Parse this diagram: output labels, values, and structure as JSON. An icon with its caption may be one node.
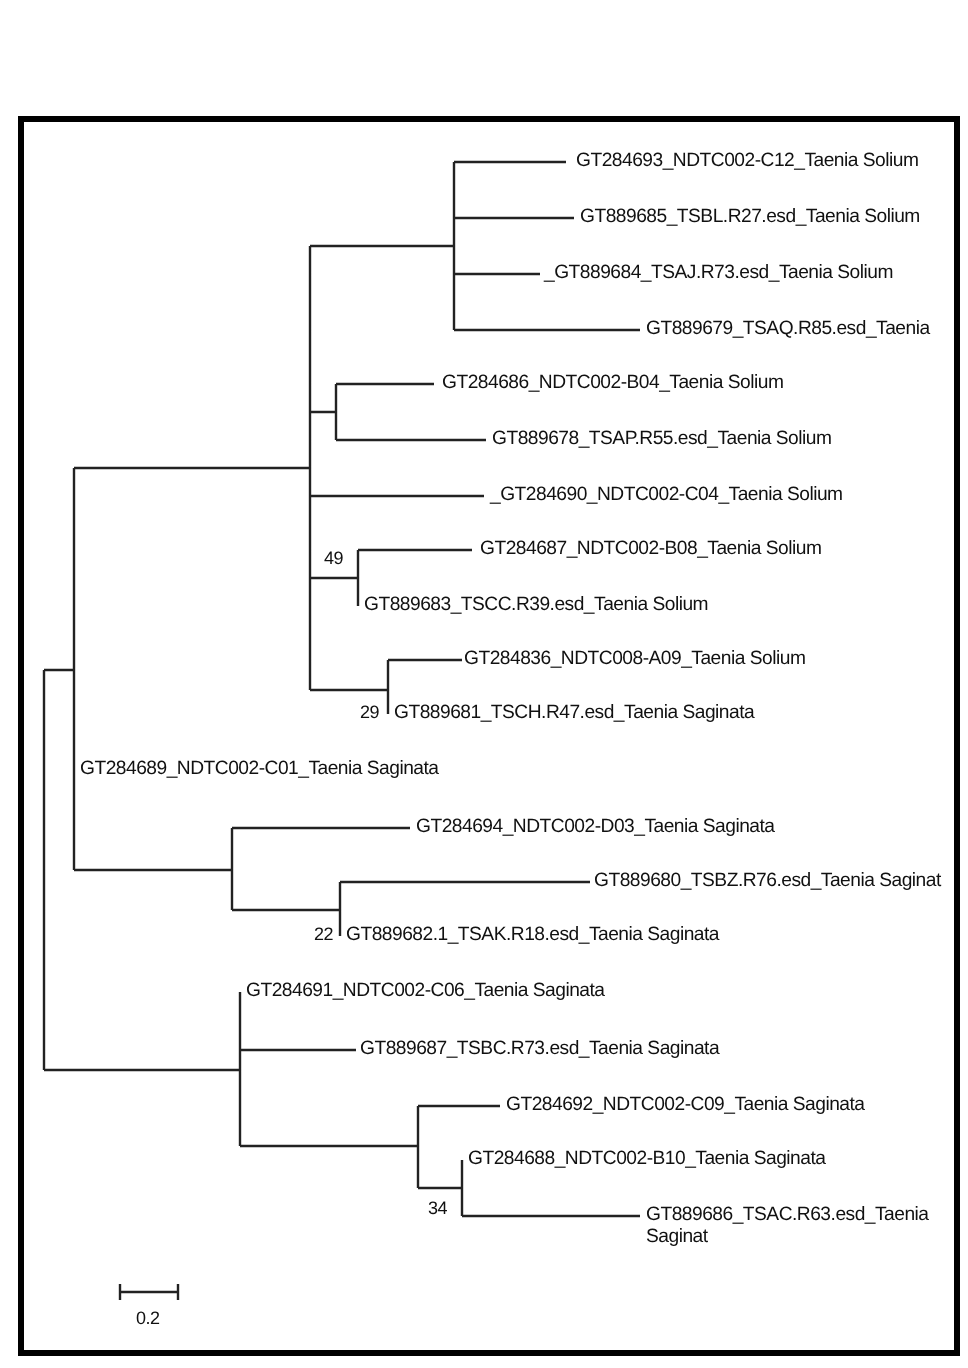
{
  "diagram": {
    "labels": [
      "GT284693_NDTC002-C12_Taenia Solium",
      "GT889685_TSBL.R27.esd_Taenia Solium",
      "_GT889684_TSAJ.R73.esd_Taenia Solium",
      "GT889679_TSAQ.R85.esd_Taenia",
      "GT284686_NDTC002-B04_Taenia Solium",
      "GT889678_TSAP.R55.esd_Taenia Solium",
      "_GT284690_NDTC002-C04_Taenia Solium",
      "GT284687_NDTC002-B08_Taenia Solium",
      "49",
      "GT889683_TSCC.R39.esd_Taenia Solium",
      "GT284836_NDTC008-A09_Taenia Solium",
      "29",
      "GT889681_TSCH.R47.esd_Taenia Saginata",
      "GT284689_NDTC002-C01_Taenia Saginata",
      "GT284694_NDTC002-D03_Taenia Saginata",
      "GT889680_TSBZ.R76.esd_Taenia Saginat",
      "22",
      "GT889682.1_TSAK.R18.esd_Taenia Saginata",
      "GT284691_NDTC002-C06_Taenia Saginata",
      "GT889687_TSBC.R73.esd_Taenia Saginata",
      "GT284692_NDTC002-C09_Taenia Saginata",
      "GT284688_NDTC002-B10_Taenia Saginata",
      "34",
      "GT889686_TSAC.R63.esd_Taenia Saginat",
      "0.2"
    ]
  }
}
